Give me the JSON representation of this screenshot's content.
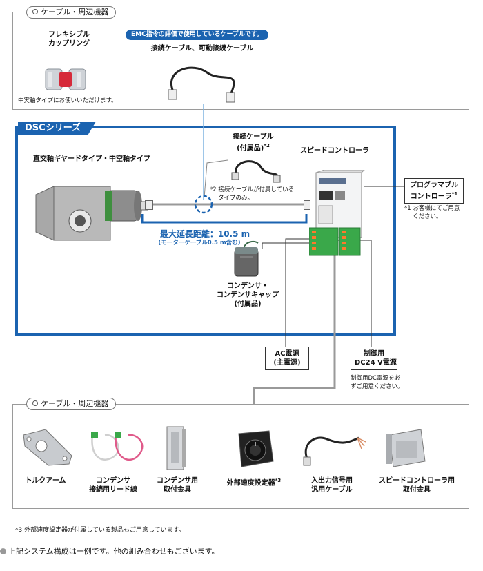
{
  "top_section": {
    "tab": "ケーブル・周辺機器",
    "coupling_label_line1": "フレキシブル",
    "coupling_label_line2": "カップリング",
    "coupling_note": "中実軸タイプにお使いいただけます。",
    "emc_pill": "EMC指令の評価で使用しているケーブルです。",
    "cable_label": "接続ケーブル、可動接続ケーブル"
  },
  "dsc_section": {
    "tab": "DSCシリーズ",
    "motor_type": "直交軸ギヤードタイプ・中空軸タイプ",
    "included_cable_line1": "接続ケーブル",
    "included_cable_line2": "(付属品)",
    "included_cable_mark": "*2",
    "controller_label": "スピードコントローラ",
    "cable_note_mark": "*2",
    "cable_note_line1": "接続ケーブルが付属している",
    "cable_note_line2": "タイプのみ。",
    "max_distance": "最大延長距離：10.5 m",
    "max_distance_sub": "(モーターケーブル0.5 m含む)",
    "capacitor_line1": "コンデンサ・",
    "capacitor_line2": "コンデンサキャップ",
    "capacitor_line3": "(付属品)"
  },
  "programmable": {
    "line1": "プログラマブル",
    "line2": "コントローラ",
    "mark": "*1",
    "note_mark": "*1",
    "note_line1": "お客様にてご用意",
    "note_line2": "ください。"
  },
  "power": {
    "ac_line1": "AC電源",
    "ac_line2": "(主電源)",
    "dc_line1": "制御用",
    "dc_line2": "DC24 V電源",
    "dc_note_line1": "制御用DC電源を必",
    "dc_note_line2": "ずご用意ください。"
  },
  "bottom_section": {
    "tab": "ケーブル・周辺機器",
    "items": [
      {
        "line1": "トルクアーム",
        "line2": ""
      },
      {
        "line1": "コンデンサ",
        "line2": "接続用リード線"
      },
      {
        "line1": "コンデンサ用",
        "line2": "取付金具"
      },
      {
        "line1": "外部速度設定器",
        "line2": "",
        "mark": "*3"
      },
      {
        "line1": "入出力信号用",
        "line2": "汎用ケーブル"
      },
      {
        "line1": "スピードコントローラ用",
        "line2": "取付金具"
      }
    ]
  },
  "footnote3": "*3 外部速度設定器が付属している製品もご用意しています。",
  "bottom_note": "上記システム構成は一例です。他の組み合わせもございます。",
  "colors": {
    "accent_blue": "#1b63b0",
    "light_blue_line": "#7fb4e0",
    "gray_line": "#888888",
    "terminal_green": "#3aa84a"
  }
}
